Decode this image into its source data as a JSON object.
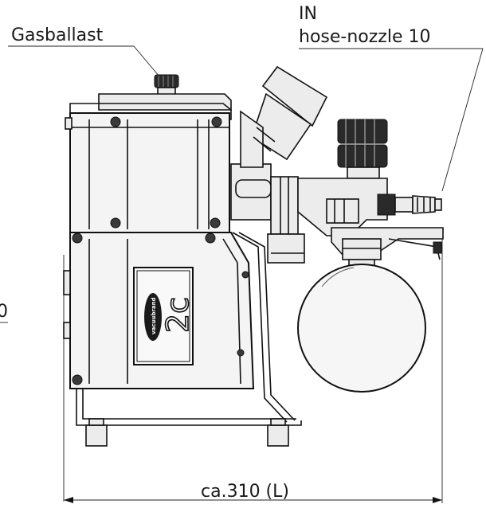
{
  "labels": {
    "gasballast": "Gasballast",
    "in": "IN",
    "hose_nozzle": "hose-nozzle 10",
    "width_dimension": "ca.310 (L)",
    "left_dimension_partial": "0"
  },
  "logo": {
    "model_mark": "2c",
    "brand_badge": "vacuubrand"
  }
}
